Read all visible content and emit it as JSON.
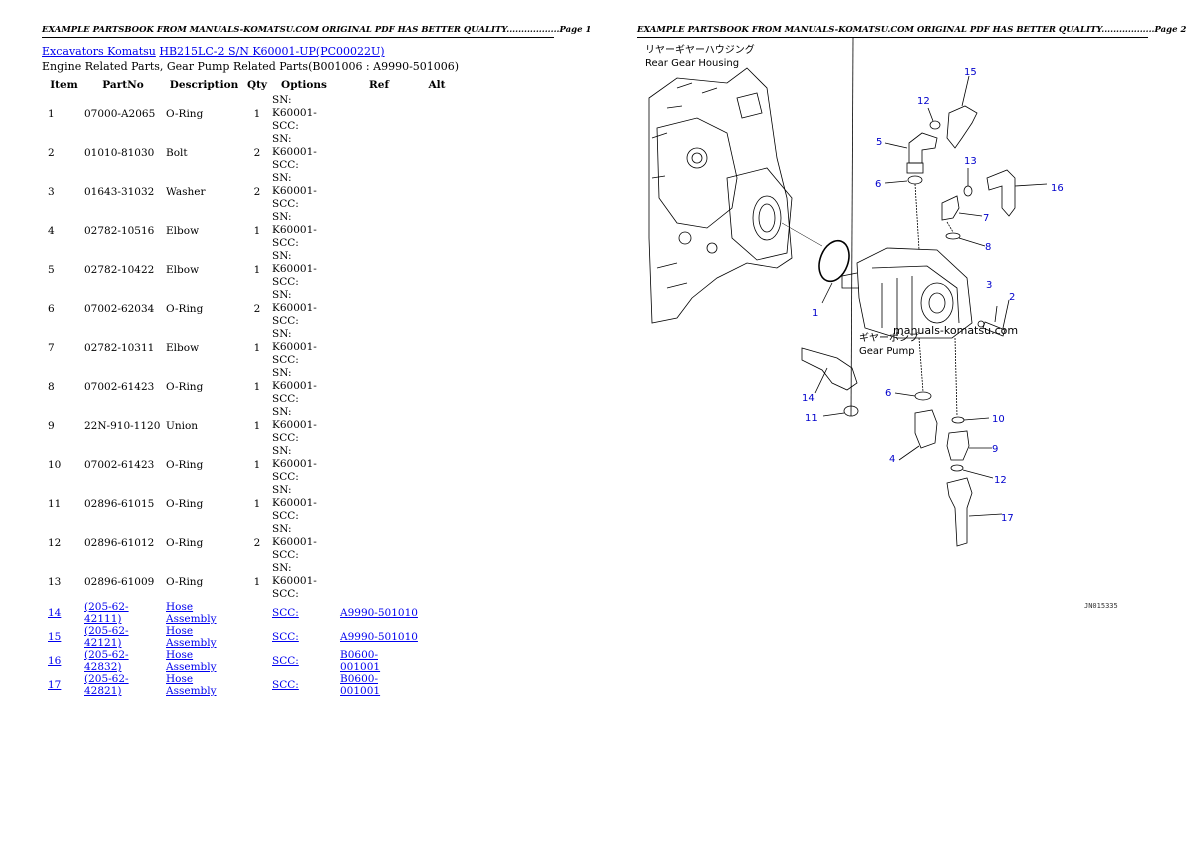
{
  "header": {
    "page1": "EXAMPLE PARTSBOOK FROM MANUALS-KOMATSU.COM ORIGINAL PDF HAS BETTER QUALITY..................Page 1",
    "page2": "EXAMPLE PARTSBOOK FROM MANUALS-KOMATSU.COM ORIGINAL PDF HAS BETTER QUALITY..................Page 2"
  },
  "breadcrumb": {
    "link1": "Excavators Komatsu",
    "link2": "HB215LC-2 S/N K60001-UP(PC00022U)"
  },
  "subtitle": "Engine Related Parts, Gear Pump Related Parts(B001006 : A9990-501006)",
  "table": {
    "headers": {
      "item": "Item",
      "partno": "PartNo",
      "description": "Description",
      "qty": "Qty",
      "options": "Options",
      "ref": "Ref",
      "alt": "Alt"
    },
    "rows": [
      {
        "item": "1",
        "partno": "07000-A2065",
        "desc": "O-Ring",
        "qty": "1",
        "opt1": "SN: K60001-",
        "opt2": "SCC:"
      },
      {
        "item": "2",
        "partno": "01010-81030",
        "desc": "Bolt",
        "qty": "2",
        "opt1": "SN: K60001-",
        "opt2": "SCC:"
      },
      {
        "item": "3",
        "partno": "01643-31032",
        "desc": "Washer",
        "qty": "2",
        "opt1": "SN: K60001-",
        "opt2": "SCC:"
      },
      {
        "item": "4",
        "partno": "02782-10516",
        "desc": "Elbow",
        "qty": "1",
        "opt1": "SN: K60001-",
        "opt2": "SCC:"
      },
      {
        "item": "5",
        "partno": "02782-10422",
        "desc": "Elbow",
        "qty": "1",
        "opt1": "SN: K60001-",
        "opt2": "SCC:"
      },
      {
        "item": "6",
        "partno": "07002-62034",
        "desc": "O-Ring",
        "qty": "2",
        "opt1": "SN: K60001-",
        "opt2": "SCC:"
      },
      {
        "item": "7",
        "partno": "02782-10311",
        "desc": "Elbow",
        "qty": "1",
        "opt1": "SN: K60001-",
        "opt2": "SCC:"
      },
      {
        "item": "8",
        "partno": "07002-61423",
        "desc": "O-Ring",
        "qty": "1",
        "opt1": "SN: K60001-",
        "opt2": "SCC:"
      },
      {
        "item": "9",
        "partno": "22N-910-1120",
        "desc": "Union",
        "qty": "1",
        "opt1": "SN: K60001-",
        "opt2": "SCC:"
      },
      {
        "item": "10",
        "partno": "07002-61423",
        "desc": "O-Ring",
        "qty": "1",
        "opt1": "SN: K60001-",
        "opt2": "SCC:"
      },
      {
        "item": "11",
        "partno": "02896-61015",
        "desc": "O-Ring",
        "qty": "1",
        "opt1": "SN: K60001-",
        "opt2": "SCC:"
      },
      {
        "item": "12",
        "partno": "02896-61012",
        "desc": "O-Ring",
        "qty": "2",
        "opt1": "SN: K60001-",
        "opt2": "SCC:"
      },
      {
        "item": "13",
        "partno": "02896-61009",
        "desc": "O-Ring",
        "qty": "1",
        "opt1": "SN: K60001-",
        "opt2": "SCC:"
      }
    ],
    "link_rows": [
      {
        "item": "14",
        "partno": "(205-62-42111)",
        "desc": "Hose Assembly",
        "opt": "SCC:",
        "ref": "A9990-501010"
      },
      {
        "item": "15",
        "partno": "(205-62-42121)",
        "desc": "Hose Assembly",
        "opt": "SCC:",
        "ref": "A9990-501010"
      },
      {
        "item": "16",
        "partno": "(205-62-42832)",
        "desc": "Hose Assembly",
        "opt": "SCC:",
        "ref": "B0600-001001"
      },
      {
        "item": "17",
        "partno": "(205-62-42821)",
        "desc": "Hose Assembly",
        "opt": "SCC:",
        "ref": "B0600-001001"
      }
    ]
  },
  "diagram": {
    "label_rear_jp": "リヤーギヤーハウジング",
    "label_rear_en": "Rear Gear Housing",
    "label_pump_jp": "ギヤーポンプ",
    "label_pump_en": "Gear Pump",
    "watermark": "manuals-komatsu.com",
    "code": "JN015335",
    "callouts": [
      "1",
      "2",
      "3",
      "4",
      "5",
      "6",
      "6",
      "7",
      "8",
      "9",
      "10",
      "11",
      "12",
      "12",
      "13",
      "14",
      "15",
      "16",
      "17"
    ]
  }
}
